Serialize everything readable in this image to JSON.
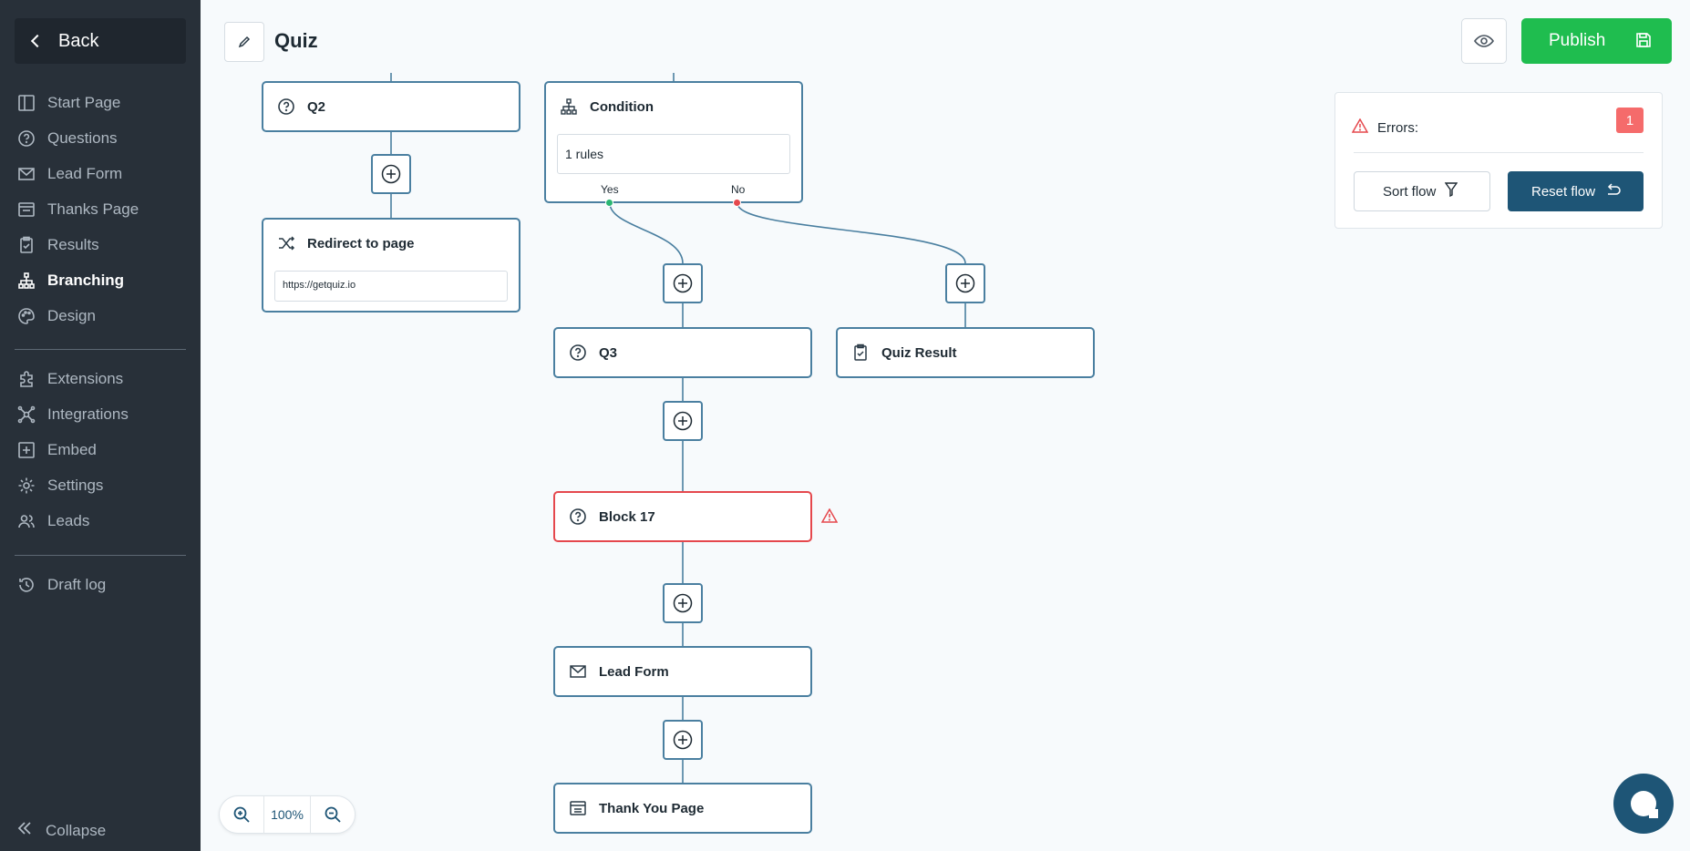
{
  "sidebar": {
    "back_label": "Back",
    "items": [
      {
        "label": "Start Page",
        "icon": "layout-icon"
      },
      {
        "label": "Questions",
        "icon": "question-circle-icon"
      },
      {
        "label": "Lead Form",
        "icon": "envelope-icon"
      },
      {
        "label": "Thanks Page",
        "icon": "thanks-page-icon"
      },
      {
        "label": "Results",
        "icon": "clipboard-icon"
      },
      {
        "label": "Branching",
        "icon": "branching-icon",
        "active": true
      },
      {
        "label": "Design",
        "icon": "palette-icon"
      }
    ],
    "items2": [
      {
        "label": "Extensions",
        "icon": "puzzle-icon"
      },
      {
        "label": "Integrations",
        "icon": "integrations-icon"
      },
      {
        "label": "Embed",
        "icon": "embed-icon"
      },
      {
        "label": "Settings",
        "icon": "gear-icon"
      },
      {
        "label": "Leads",
        "icon": "users-icon"
      }
    ],
    "items3": [
      {
        "label": "Draft log",
        "icon": "history-icon"
      }
    ],
    "collapse_label": "Collapse"
  },
  "header": {
    "title": "Quiz",
    "publish_label": "Publish"
  },
  "flow": {
    "q2": "Q2",
    "condition": "Condition",
    "condition_rules": "1 rules",
    "yes": "Yes",
    "no": "No",
    "redirect": "Redirect to page",
    "redirect_url": "https://getquiz.io",
    "q3": "Q3",
    "quiz_result": "Quiz Result",
    "block17": "Block 17",
    "lead_form": "Lead Form",
    "thank_you": "Thank You Page"
  },
  "errors_panel": {
    "label": "Errors:",
    "count": "1",
    "sort_label": "Sort flow",
    "reset_label": "Reset flow"
  },
  "zoom": {
    "value": "100%"
  },
  "colors": {
    "accent": "#1e5576",
    "publish": "#1fbd4f",
    "edge": "#4a7fa0",
    "error": "#e5484d",
    "yes_dot": "#2bb673",
    "no_dot": "#e5484d"
  }
}
